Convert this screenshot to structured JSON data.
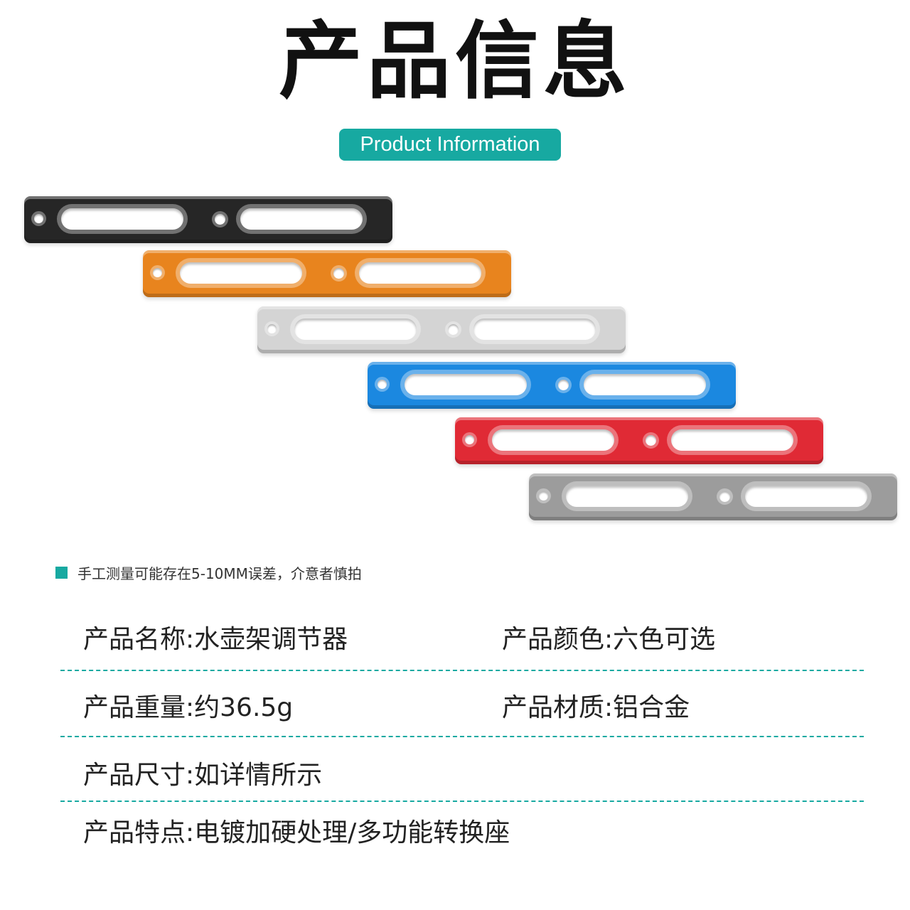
{
  "header": {
    "title": "产品信息",
    "subtitle": "Product Information"
  },
  "products": [
    {
      "color_name": "black",
      "hex": "#262626"
    },
    {
      "color_name": "orange",
      "hex": "#e8841e"
    },
    {
      "color_name": "silver",
      "hex": "#d4d4d4"
    },
    {
      "color_name": "blue",
      "hex": "#1b88e0"
    },
    {
      "color_name": "red",
      "hex": "#e02a35"
    },
    {
      "color_name": "gray",
      "hex": "#9c9c9c"
    }
  ],
  "note": "手工测量可能存在5-10MM误差，介意者慎拍",
  "specs": {
    "name": "产品名称:水壶架调节器",
    "color": "产品颜色:六色可选",
    "weight": "产品重量:约36.5g",
    "material": "产品材质:铝合金",
    "size": "产品尺寸:如详情所示",
    "features": "产品特点:电镀加硬处理/多功能转换座"
  },
  "accent_color": "#17a9a1"
}
